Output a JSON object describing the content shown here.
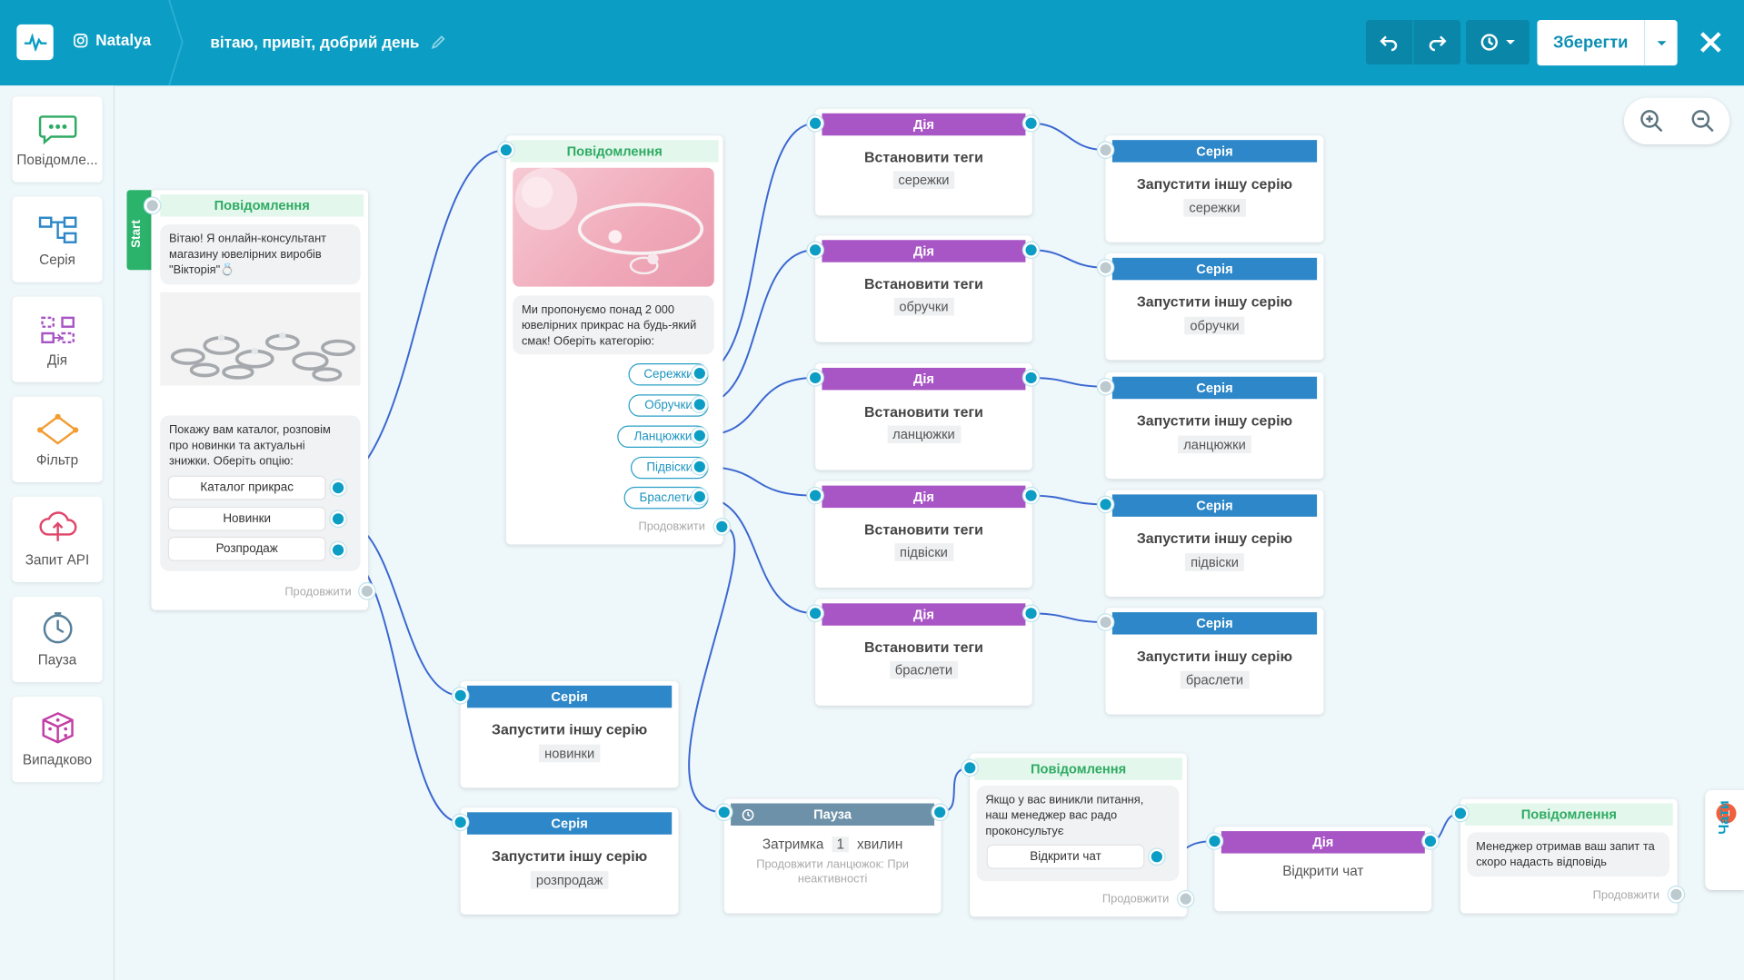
{
  "header": {
    "account_name": "Natalya",
    "flow_name": "вітаю, привіт, добрий день",
    "save_label": "Зберегти"
  },
  "sidebar": {
    "items": [
      {
        "label": "Повідомле...",
        "icon": "chat-bubble-icon"
      },
      {
        "label": "Серія",
        "icon": "series-icon"
      },
      {
        "label": "Дія",
        "icon": "action-icon"
      },
      {
        "label": "Фільтр",
        "icon": "filter-icon"
      },
      {
        "label": "Запит API",
        "icon": "api-cloud-icon"
      },
      {
        "label": "Пауза",
        "icon": "clock-icon"
      },
      {
        "label": "Випадково",
        "icon": "dice-icon"
      }
    ]
  },
  "canvas": {
    "start_label": "Start",
    "chats_label": "Чати",
    "chats_count": "1",
    "msg1": {
      "header": "Повідомлення",
      "greeting": "Вітаю! Я онлайн-консультант магазину ювелірних виробів \"Вікторія\"💍",
      "text": "Покажу вам каталог, розповім про новинки та актуальні знижки. Оберіть опцію:",
      "buttons": [
        "Каталог прикрас",
        "Новинки",
        "Розпродаж"
      ],
      "continue": "Продовжити"
    },
    "msg2": {
      "header": "Повідомлення",
      "text": "Ми пропонуємо понад 2 000 ювелірних прикрас на будь-який смак! Оберіть категорію:",
      "buttons": [
        "Сережки",
        "Обручки",
        "Ланцюжки",
        "Підвіски",
        "Браслети"
      ],
      "continue": "Продовжити"
    },
    "actions": [
      {
        "header": "Дія",
        "title": "Встановити теги",
        "tag": "сережки"
      },
      {
        "header": "Дія",
        "title": "Встановити теги",
        "tag": "обручки"
      },
      {
        "header": "Дія",
        "title": "Встановити теги",
        "tag": "ланцюжки"
      },
      {
        "header": "Дія",
        "title": "Встановити теги",
        "tag": "підвіски"
      },
      {
        "header": "Дія",
        "title": "Встановити теги",
        "tag": "браслети"
      }
    ],
    "series": [
      {
        "header": "Серія",
        "title": "Запустити іншу серію",
        "tag": "сережки"
      },
      {
        "header": "Серія",
        "title": "Запустити іншу серію",
        "tag": "обручки"
      },
      {
        "header": "Серія",
        "title": "Запустити іншу серію",
        "tag": "ланцюжки"
      },
      {
        "header": "Серія",
        "title": "Запустити іншу серію",
        "tag": "підвіски"
      },
      {
        "header": "Серія",
        "title": "Запустити іншу серію",
        "tag": "браслети"
      }
    ],
    "series_novinky": {
      "header": "Серія",
      "title": "Запустити іншу серію",
      "tag": "новинки"
    },
    "series_rozprodazh": {
      "header": "Серія",
      "title": "Запустити іншу серію",
      "tag": "розпродаж"
    },
    "pause": {
      "header": "Пауза",
      "delay_label": "Затримка",
      "delay_value": "1",
      "delay_unit": "хвилин",
      "note": "Продовжити ланцюжок: При неактивності"
    },
    "msg3": {
      "header": "Повідомлення",
      "text": "Якщо у вас виникли питання, наш менеджер вас радо проконсультує",
      "button": "Відкрити чат",
      "continue": "Продовжити"
    },
    "action_chat": {
      "header": "Дія",
      "title": "Відкрити чат"
    },
    "msg4": {
      "header": "Повідомлення",
      "text": "Менеджер отримав ваш запит та скоро надасть відповідь",
      "continue": "Продовжити"
    }
  }
}
